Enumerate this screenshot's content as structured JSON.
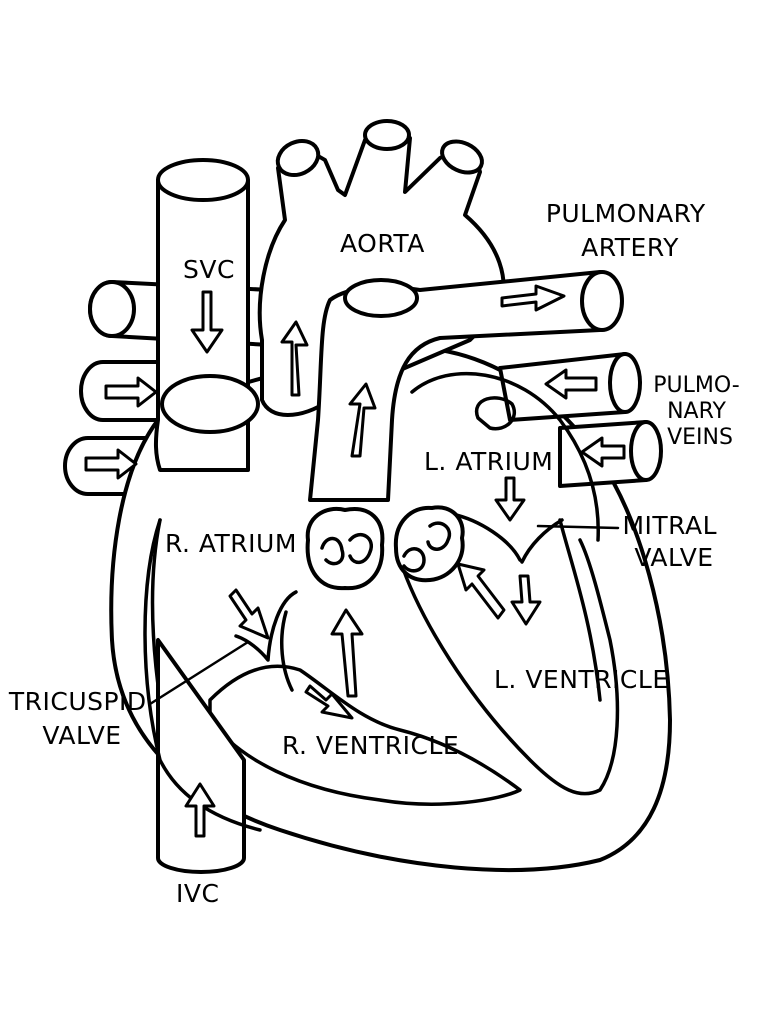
{
  "labels": {
    "svc": "SVC",
    "aorta": "AORTA",
    "pulmonary_artery": [
      "PULMONARY",
      "ARTERY"
    ],
    "pulmonary_veins": [
      "PULMO-",
      "NARY",
      "VEINS"
    ],
    "left_atrium": "L. ATRIUM",
    "right_atrium": "R. ATRIUM",
    "mitral_valve": [
      "MITRAL",
      "VALVE"
    ],
    "left_ventricle": "L. VENTRICLE",
    "tricuspid_valve": [
      "TRICUSPID",
      "VALVE"
    ],
    "right_ventricle": "R. VENTRICLE",
    "ivc": "IVC"
  },
  "colors": {
    "line": "#000000",
    "fill": "#ffffff"
  }
}
